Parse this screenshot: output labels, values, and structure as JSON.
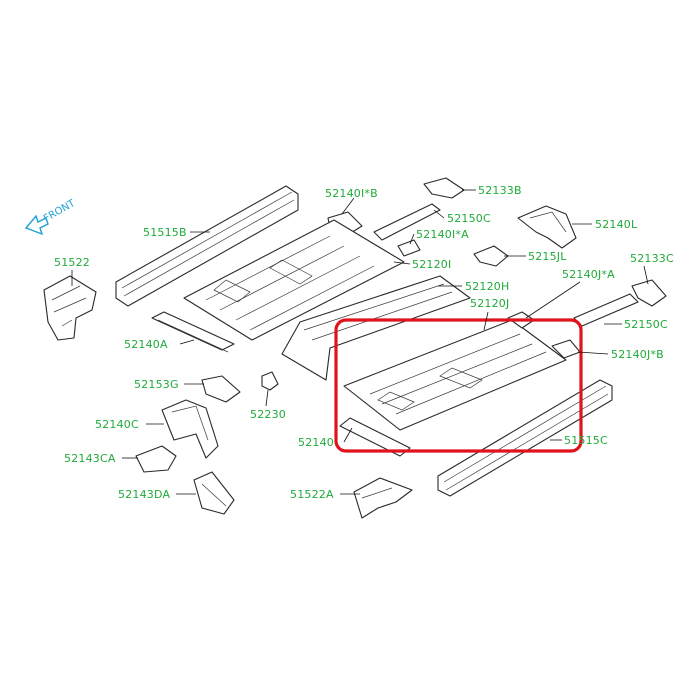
{
  "colors": {
    "label": "#1faa3a",
    "front_indicator": "#1e9fd6",
    "highlight": "#e0131b",
    "line_art": "#2a2a2a"
  },
  "front_label": "FRONT",
  "labels": {
    "p51522": "51522",
    "p51515B": "51515B",
    "p52140IB": "52140I*B",
    "p52133B": "52133B",
    "p52150C_top": "52150C",
    "p52140IA": "52140I*A",
    "p52140L": "52140L",
    "p52120I": "52120I",
    "p5215JL": "5215JL",
    "p52133C": "52133C",
    "p52140JA": "52140J*A",
    "p52120H": "52120H",
    "p52120J": "52120J",
    "p52150C_right": "52150C",
    "p52140A": "52140A",
    "p52140JB": "52140J*B",
    "p52153G": "52153G",
    "p52230": "52230",
    "p52140C": "52140C",
    "p52140_mid": "52140",
    "p51515C": "51515C",
    "p52143CA": "52143CA",
    "p52143DA": "52143DA",
    "p51522A": "51522A"
  }
}
